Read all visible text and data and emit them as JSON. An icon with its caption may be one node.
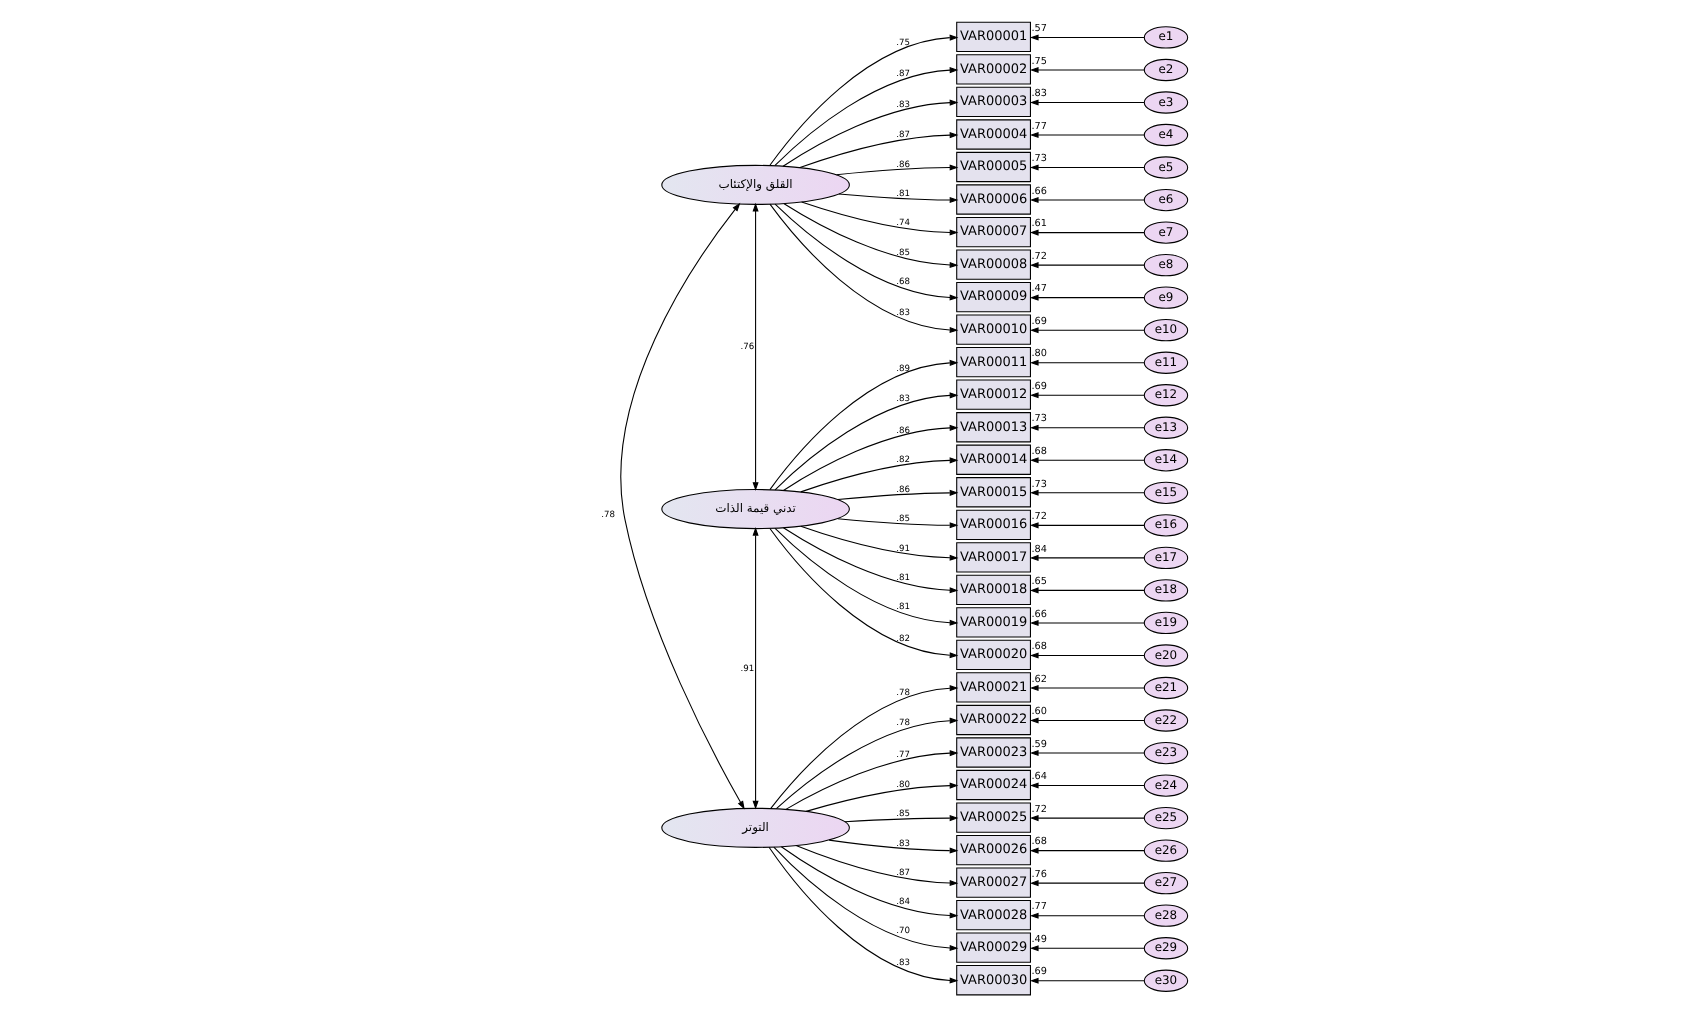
{
  "diagram": {
    "nodes": [
      {
        "text": [
          "القلق والإكتئاب"
        ]
      },
      {
        "text": [
          "تدني قيمة الذات"
        ]
      },
      {
        "text": [
          "التوتر"
        ]
      },
      {
        "text": [
          "VAR00001"
        ],
        "beside": [
          ".57"
        ]
      },
      {
        "text": [
          "VAR00002"
        ],
        "beside": [
          ".75"
        ]
      },
      {
        "text": [
          "VAR00003"
        ],
        "beside": [
          ".83"
        ]
      },
      {
        "text": [
          "VAR00004"
        ],
        "beside": [
          ".77"
        ]
      },
      {
        "text": [
          "VAR00005"
        ],
        "beside": [
          ".73"
        ]
      },
      {
        "text": [
          "VAR00006"
        ],
        "beside": [
          ".66"
        ]
      },
      {
        "text": [
          "VAR00007"
        ],
        "beside": [
          ".61"
        ]
      },
      {
        "text": [
          "VAR00008"
        ],
        "beside": [
          ".72"
        ]
      },
      {
        "text": [
          "VAR00009"
        ],
        "beside": [
          ".47"
        ]
      },
      {
        "text": [
          "VAR00010"
        ],
        "beside": [
          ".69"
        ]
      },
      {
        "text": [
          "VAR00011"
        ],
        "beside": [
          ".80"
        ]
      },
      {
        "text": [
          "VAR00012"
        ],
        "beside": [
          ".69"
        ]
      },
      {
        "text": [
          "VAR00013"
        ],
        "beside": [
          ".73"
        ]
      },
      {
        "text": [
          "VAR00014"
        ],
        "beside": [
          ".68"
        ]
      },
      {
        "text": [
          "VAR00015"
        ],
        "beside": [
          ".73"
        ]
      },
      {
        "text": [
          "VAR00016"
        ],
        "beside": [
          ".72"
        ]
      },
      {
        "text": [
          "VAR00017"
        ],
        "beside": [
          ".84"
        ]
      },
      {
        "text": [
          "VAR00018"
        ],
        "beside": [
          ".65"
        ]
      },
      {
        "text": [
          "VAR00019"
        ],
        "beside": [
          ".66"
        ]
      },
      {
        "text": [
          "VAR00020"
        ],
        "beside": [
          ".68"
        ]
      },
      {
        "text": [
          "VAR00021"
        ],
        "beside": [
          ".62"
        ]
      },
      {
        "text": [
          "VAR00022"
        ],
        "beside": [
          ".60"
        ]
      },
      {
        "text": [
          "VAR00023"
        ],
        "beside": [
          ".59"
        ]
      },
      {
        "text": [
          "VAR00024"
        ],
        "beside": [
          ".64"
        ]
      },
      {
        "text": [
          "VAR00025"
        ],
        "beside": [
          ".72"
        ]
      },
      {
        "text": [
          "VAR00026"
        ],
        "beside": [
          ".68"
        ]
      },
      {
        "text": [
          "VAR00027"
        ],
        "beside": [
          ".76"
        ]
      },
      {
        "text": [
          "VAR00028"
        ],
        "beside": [
          ".77"
        ]
      },
      {
        "text": [
          "VAR00029"
        ],
        "beside": [
          ".49"
        ]
      },
      {
        "text": [
          "VAR00030"
        ],
        "beside": [
          ".69"
        ]
      },
      {
        "text": [
          "e1"
        ]
      },
      {
        "text": [
          "e2"
        ]
      },
      {
        "text": [
          "e3"
        ]
      },
      {
        "text": [
          "e4"
        ]
      },
      {
        "text": [
          "e5"
        ]
      },
      {
        "text": [
          "e6"
        ]
      },
      {
        "text": [
          "e7"
        ]
      },
      {
        "text": [
          "e8"
        ]
      },
      {
        "text": [
          "e9"
        ]
      },
      {
        "text": [
          "e10"
        ]
      },
      {
        "text": [
          "e11"
        ]
      },
      {
        "text": [
          "e12"
        ]
      },
      {
        "text": [
          "e13"
        ]
      },
      {
        "text": [
          "e14"
        ]
      },
      {
        "text": [
          "e15"
        ]
      },
      {
        "text": [
          "e16"
        ]
      },
      {
        "text": [
          "e17"
        ]
      },
      {
        "text": [
          "e18"
        ]
      },
      {
        "text": [
          "e19"
        ]
      },
      {
        "text": [
          "e20"
        ]
      },
      {
        "text": [
          "e21"
        ]
      },
      {
        "text": [
          "e22"
        ]
      },
      {
        "text": [
          "e23"
        ]
      },
      {
        "text": [
          "e24"
        ]
      },
      {
        "text": [
          "e25"
        ]
      },
      {
        "text": [
          "e26"
        ]
      },
      {
        "text": [
          "e27"
        ]
      },
      {
        "text": [
          "e28"
        ]
      },
      {
        "text": [
          "e29"
        ]
      },
      {
        "text": [
          "e30"
        ]
      }
    ],
    "edges": [
      {
        "from": 0,
        "to": 3,
        "arrow": "to",
        "label": ".75"
      },
      {
        "from": 0,
        "to": 4,
        "arrow": "to",
        "label": ".87"
      },
      {
        "from": 0,
        "to": 5,
        "arrow": "to",
        "label": ".83"
      },
      {
        "from": 0,
        "to": 6,
        "arrow": "to",
        "label": ".87"
      },
      {
        "from": 0,
        "to": 7,
        "arrow": "to",
        "label": ".86"
      },
      {
        "from": 0,
        "to": 8,
        "arrow": "to",
        "label": ".81"
      },
      {
        "from": 0,
        "to": 9,
        "arrow": "to",
        "label": ".74"
      },
      {
        "from": 0,
        "to": 10,
        "arrow": "to",
        "label": ".85"
      },
      {
        "from": 0,
        "to": 11,
        "arrow": "to",
        "label": ".68"
      },
      {
        "from": 0,
        "to": 12,
        "arrow": "to",
        "label": ".83"
      },
      {
        "from": 1,
        "to": 13,
        "arrow": "to",
        "label": ".89"
      },
      {
        "from": 1,
        "to": 14,
        "arrow": "to",
        "label": ".83"
      },
      {
        "from": 1,
        "to": 15,
        "arrow": "to",
        "label": ".86"
      },
      {
        "from": 1,
        "to": 16,
        "arrow": "to",
        "label": ".82"
      },
      {
        "from": 1,
        "to": 17,
        "arrow": "to",
        "label": ".86"
      },
      {
        "from": 1,
        "to": 18,
        "arrow": "to",
        "label": ".85"
      },
      {
        "from": 1,
        "to": 19,
        "arrow": "to",
        "label": ".91"
      },
      {
        "from": 1,
        "to": 20,
        "arrow": "to",
        "label": ".81"
      },
      {
        "from": 1,
        "to": 21,
        "arrow": "to",
        "label": ".81"
      },
      {
        "from": 1,
        "to": 22,
        "arrow": "to",
        "label": ".82"
      },
      {
        "from": 2,
        "to": 23,
        "arrow": "to",
        "label": ".78"
      },
      {
        "from": 2,
        "to": 24,
        "arrow": "to",
        "label": ".78"
      },
      {
        "from": 2,
        "to": 25,
        "arrow": "to",
        "label": ".77"
      },
      {
        "from": 2,
        "to": 26,
        "arrow": "to",
        "label": ".80"
      },
      {
        "from": 2,
        "to": 27,
        "arrow": "to",
        "label": ".85"
      },
      {
        "from": 2,
        "to": 28,
        "arrow": "to",
        "label": ".83"
      },
      {
        "from": 2,
        "to": 29,
        "arrow": "to",
        "label": ".87"
      },
      {
        "from": 2,
        "to": 30,
        "arrow": "to",
        "label": ".84"
      },
      {
        "from": 2,
        "to": 31,
        "arrow": "to",
        "label": ".70"
      },
      {
        "from": 2,
        "to": 32,
        "arrow": "to",
        "label": ".83"
      },
      {
        "from": 33,
        "to": 3,
        "arrow": "to"
      },
      {
        "from": 34,
        "to": 4,
        "arrow": "to"
      },
      {
        "from": 35,
        "to": 5,
        "arrow": "to"
      },
      {
        "from": 36,
        "to": 6,
        "arrow": "to"
      },
      {
        "from": 37,
        "to": 7,
        "arrow": "to"
      },
      {
        "from": 38,
        "to": 8,
        "arrow": "to"
      },
      {
        "from": 39,
        "to": 9,
        "arrow": "to"
      },
      {
        "from": 40,
        "to": 10,
        "arrow": "to"
      },
      {
        "from": 41,
        "to": 11,
        "arrow": "to"
      },
      {
        "from": 42,
        "to": 12,
        "arrow": "to"
      },
      {
        "from": 43,
        "to": 13,
        "arrow": "to"
      },
      {
        "from": 44,
        "to": 14,
        "arrow": "to"
      },
      {
        "from": 45,
        "to": 15,
        "arrow": "to"
      },
      {
        "from": 46,
        "to": 16,
        "arrow": "to"
      },
      {
        "from": 47,
        "to": 17,
        "arrow": "to"
      },
      {
        "from": 48,
        "to": 18,
        "arrow": "to"
      },
      {
        "from": 49,
        "to": 19,
        "arrow": "to"
      },
      {
        "from": 50,
        "to": 20,
        "arrow": "to"
      },
      {
        "from": 51,
        "to": 21,
        "arrow": "to"
      },
      {
        "from": 52,
        "to": 22,
        "arrow": "to"
      },
      {
        "from": 53,
        "to": 23,
        "arrow": "to"
      },
      {
        "from": 54,
        "to": 24,
        "arrow": "to"
      },
      {
        "from": 55,
        "to": 25,
        "arrow": "to"
      },
      {
        "from": 56,
        "to": 26,
        "arrow": "to"
      },
      {
        "from": 57,
        "to": 27,
        "arrow": "to"
      },
      {
        "from": 58,
        "to": 28,
        "arrow": "to"
      },
      {
        "from": 59,
        "to": 29,
        "arrow": "to"
      },
      {
        "from": 60,
        "to": 30,
        "arrow": "to"
      },
      {
        "from": 61,
        "to": 31,
        "arrow": "to"
      },
      {
        "from": 62,
        "to": 32,
        "arrow": "to"
      },
      {
        "from": 0,
        "to": 1,
        "arrow": "both",
        "label": ".76"
      },
      {
        "from": 1,
        "to": 2,
        "arrow": "both",
        "label": ".91"
      },
      {
        "from": 0,
        "to": 2,
        "arrow": "both",
        "label": ".78"
      }
    ]
  }
}
